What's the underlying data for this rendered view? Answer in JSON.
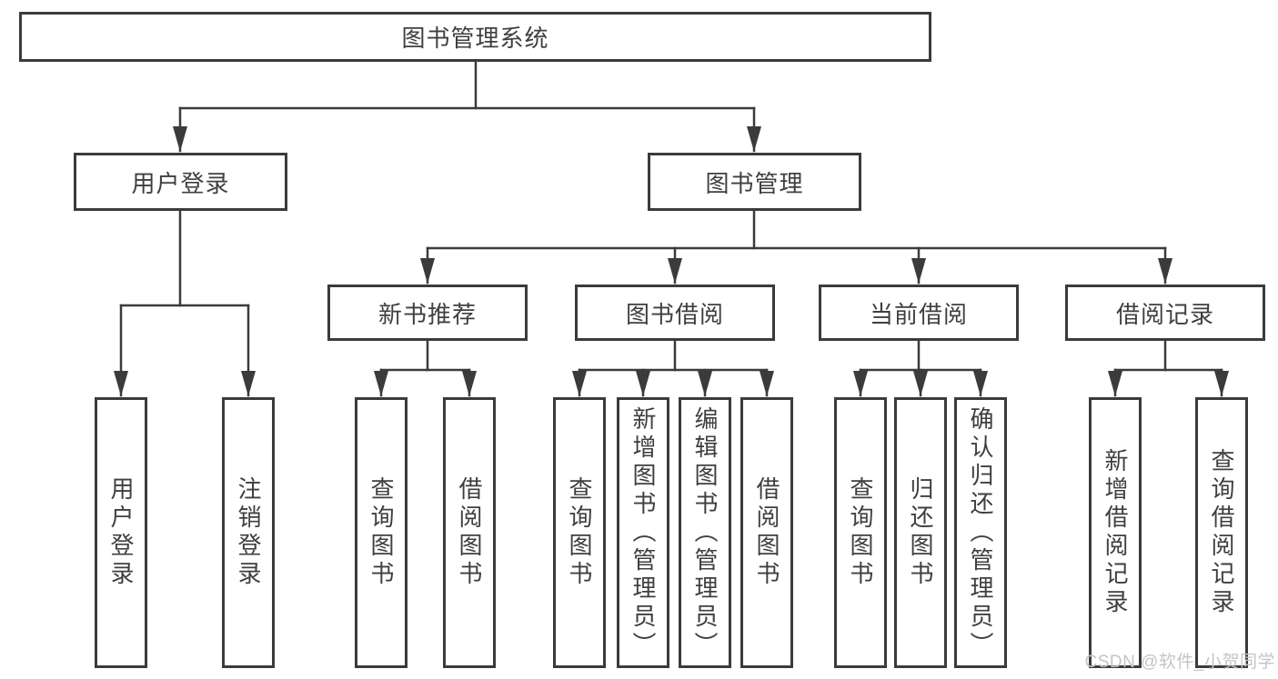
{
  "diagram": {
    "title_node": {
      "label": "图书管理系统"
    },
    "level2": [
      {
        "id": "user-login",
        "label": "用户登录",
        "parent": "图书管理系统"
      },
      {
        "id": "book-management",
        "label": "图书管理",
        "parent": "图书管理系统"
      }
    ],
    "level3": [
      {
        "id": "new-book-recommend",
        "label": "新书推荐",
        "parent": "图书管理"
      },
      {
        "id": "book-borrow",
        "label": "图书借阅",
        "parent": "图书管理"
      },
      {
        "id": "current-borrow",
        "label": "当前借阅",
        "parent": "图书管理"
      },
      {
        "id": "borrow-records",
        "label": "借阅记录",
        "parent": "图书管理"
      }
    ],
    "leaves": [
      {
        "label": "用户登录",
        "parent": "用户登录"
      },
      {
        "label": "注销登录",
        "parent": "用户登录"
      },
      {
        "label": "查询图书",
        "parent": "新书推荐"
      },
      {
        "label": "借阅图书",
        "parent": "新书推荐"
      },
      {
        "label": "查询图书",
        "parent": "图书借阅"
      },
      {
        "label": "新增图书（管理员）",
        "parent": "图书借阅"
      },
      {
        "label": "编辑图书（管理员）",
        "parent": "图书借阅"
      },
      {
        "label": "借阅图书",
        "parent": "图书借阅"
      },
      {
        "label": "查询图书",
        "parent": "当前借阅"
      },
      {
        "label": "归还图书",
        "parent": "当前借阅"
      },
      {
        "label": "确认归还（管理员）",
        "parent": "当前借阅"
      },
      {
        "label": "新增借阅记录",
        "parent": "借阅记录"
      },
      {
        "label": "查询借阅记录",
        "parent": "借阅记录"
      }
    ]
  },
  "watermark": {
    "text": "CSDN @软件_小贺同学"
  },
  "colors": {
    "line": "#3b3b3b",
    "text": "#3f3f3f",
    "watermark": "#c4c4c4",
    "background": "#ffffff"
  }
}
